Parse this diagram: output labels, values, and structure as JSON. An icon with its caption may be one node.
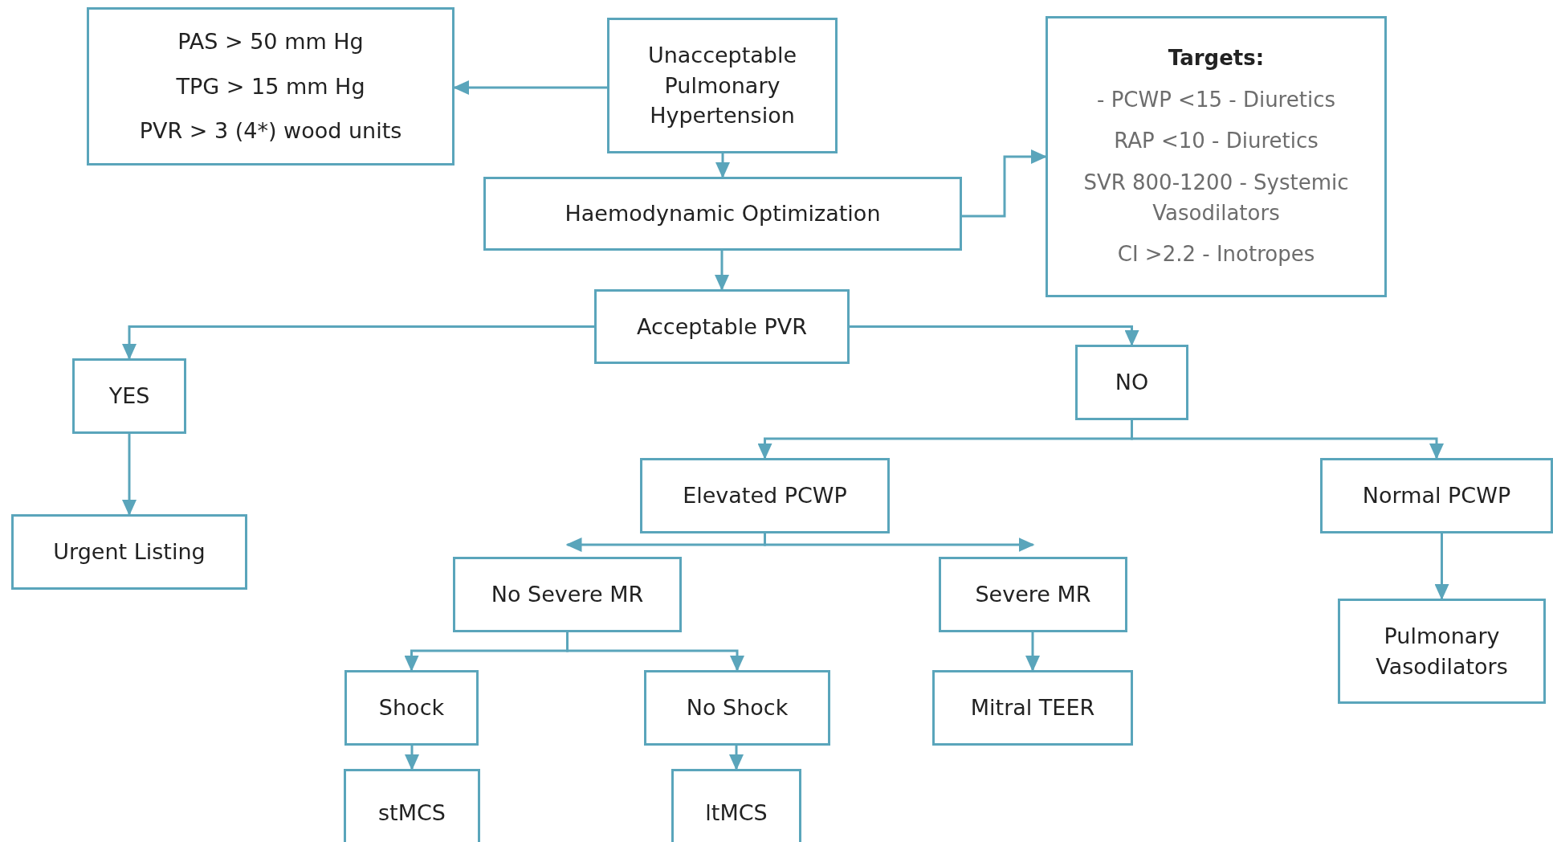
{
  "diagram": {
    "nodes": [
      {
        "text": [
          "PAS > 50 mm Hg",
          "TPG > 15 mm Hg",
          "PVR > 3 (4*) wood units"
        ]
      },
      {
        "text": [
          "Unacceptable Pulmonary Hypertension"
        ]
      },
      {
        "text": [
          "Haemodynamic Optimization"
        ]
      },
      {
        "text": [
          "Targets:",
          "- PCWP <15 - Diuretics",
          "RAP <10 - Diuretics",
          "SVR 800-1200 - Systemic Vasodilators",
          "CI >2.2 - Inotropes"
        ]
      },
      {
        "text": [
          "Acceptable PVR"
        ]
      },
      {
        "text": [
          "YES"
        ]
      },
      {
        "text": [
          "NO"
        ]
      },
      {
        "text": [
          "Urgent Listing"
        ]
      },
      {
        "text": [
          "Elevated PCWP"
        ]
      },
      {
        "text": [
          "Normal PCWP"
        ]
      },
      {
        "text": [
          "No Severe MR"
        ]
      },
      {
        "text": [
          "Severe MR"
        ]
      },
      {
        "text": [
          "Pulmonary Vasodilators"
        ]
      },
      {
        "text": [
          "Shock"
        ]
      },
      {
        "text": [
          "No Shock"
        ]
      },
      {
        "text": [
          "Mitral TEER"
        ]
      },
      {
        "text": [
          "stMCS"
        ]
      },
      {
        "text": [
          "ltMCS"
        ]
      }
    ],
    "edges": [
      {
        "from": 1,
        "to": 0,
        "arrow": "to"
      },
      {
        "from": 1,
        "to": 2,
        "arrow": "to"
      },
      {
        "from": 2,
        "to": 3,
        "arrow": "to"
      },
      {
        "from": 2,
        "to": 4,
        "arrow": "to"
      },
      {
        "from": 4,
        "to": 5,
        "arrow": "to"
      },
      {
        "from": 4,
        "to": 6,
        "arrow": "to"
      },
      {
        "from": 5,
        "to": 7,
        "arrow": "to"
      },
      {
        "from": 6,
        "to": 8,
        "arrow": "to"
      },
      {
        "from": 6,
        "to": 9,
        "arrow": "to"
      },
      {
        "from": 8,
        "to": 10,
        "arrow": "to"
      },
      {
        "from": 8,
        "to": 11,
        "arrow": "to"
      },
      {
        "from": 9,
        "to": 12,
        "arrow": "to"
      },
      {
        "from": 10,
        "to": 13,
        "arrow": "to"
      },
      {
        "from": 10,
        "to": 14,
        "arrow": "to"
      },
      {
        "from": 11,
        "to": 15,
        "arrow": "to"
      },
      {
        "from": 13,
        "to": 16,
        "arrow": "to"
      },
      {
        "from": 14,
        "to": 17,
        "arrow": "to"
      }
    ]
  }
}
